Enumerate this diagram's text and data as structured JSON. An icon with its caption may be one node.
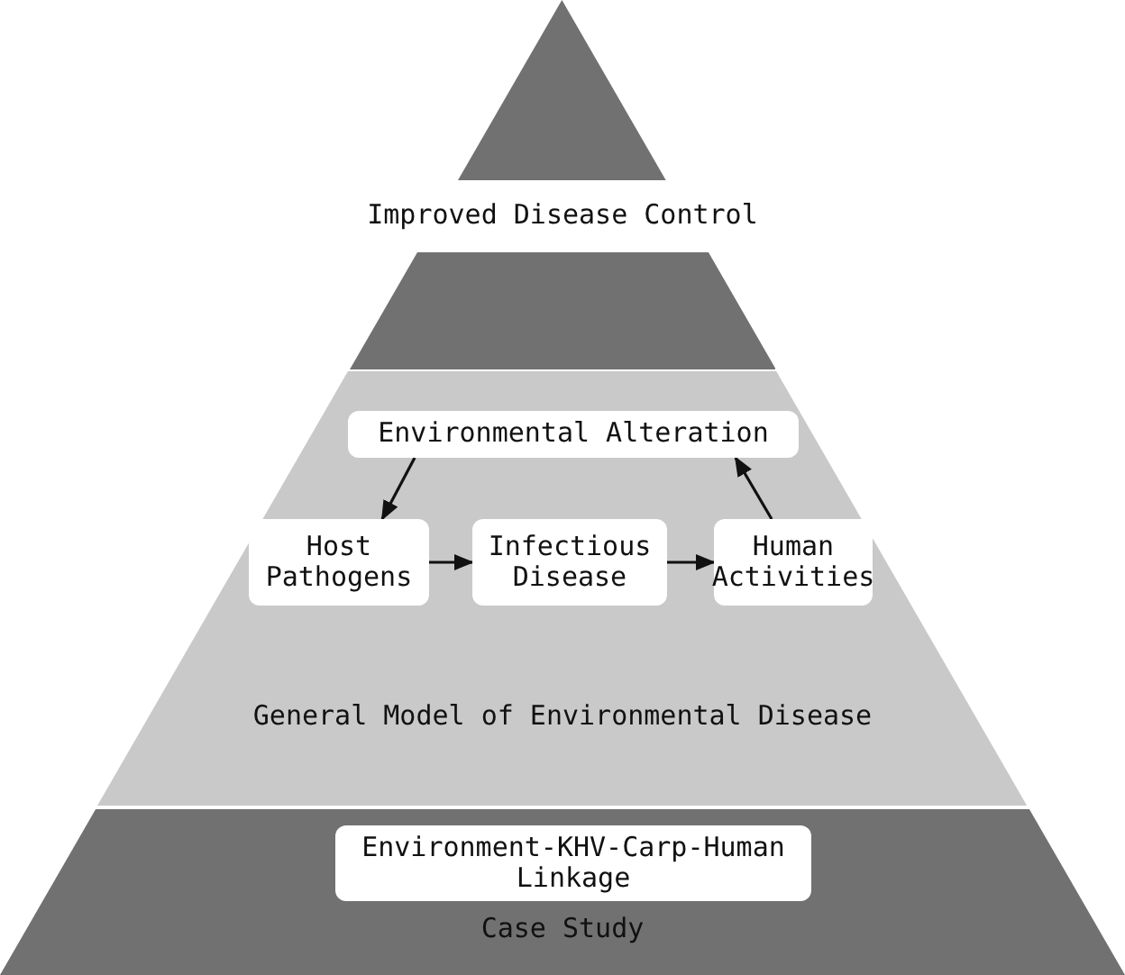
{
  "diagram": {
    "nodes": [
      {
        "text": [],
        "shape": "triangle"
      },
      {
        "text": [
          "Improved Disease Control"
        ]
      },
      {
        "text": [],
        "shape": "trapezoid"
      },
      {
        "text": [
          "General Model of Environmental Disease"
        ]
      },
      {
        "text": [
          "Environmental Alteration"
        ],
        "in": 3
      },
      {
        "text": [
          "Host Pathogens"
        ],
        "in": 3
      },
      {
        "text": [
          "Infectious Disease"
        ],
        "in": 3
      },
      {
        "text": [
          "Human Activities"
        ],
        "in": 3
      },
      {
        "text": [
          "Case Study"
        ]
      },
      {
        "text": [
          "Environment-KHV-Carp-Human Linkage"
        ],
        "in": 8
      }
    ],
    "edges": [
      {
        "from": 4,
        "to": 5,
        "arrow": "to"
      },
      {
        "from": 5,
        "to": 6,
        "arrow": "to"
      },
      {
        "from": 6,
        "to": 7,
        "arrow": "to"
      },
      {
        "from": 7,
        "to": 4,
        "arrow": "to"
      }
    ]
  }
}
